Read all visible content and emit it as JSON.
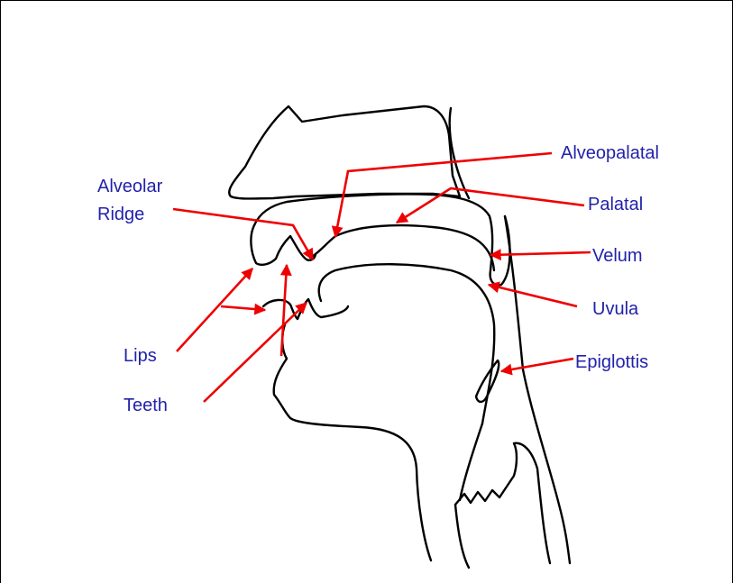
{
  "labels": {
    "alveolar_ridge_line1": "Alveolar",
    "alveolar_ridge_line2": "Ridge",
    "alveopalatal": "Alveopalatal",
    "palatal": "Palatal",
    "velum": "Velum",
    "uvula": "Uvula",
    "epiglottis": "Epiglottis",
    "lips": "Lips",
    "teeth": "Teeth"
  },
  "colors": {
    "label_text": "#2222aa",
    "arrow": "#ee0000",
    "outline": "#000000"
  }
}
